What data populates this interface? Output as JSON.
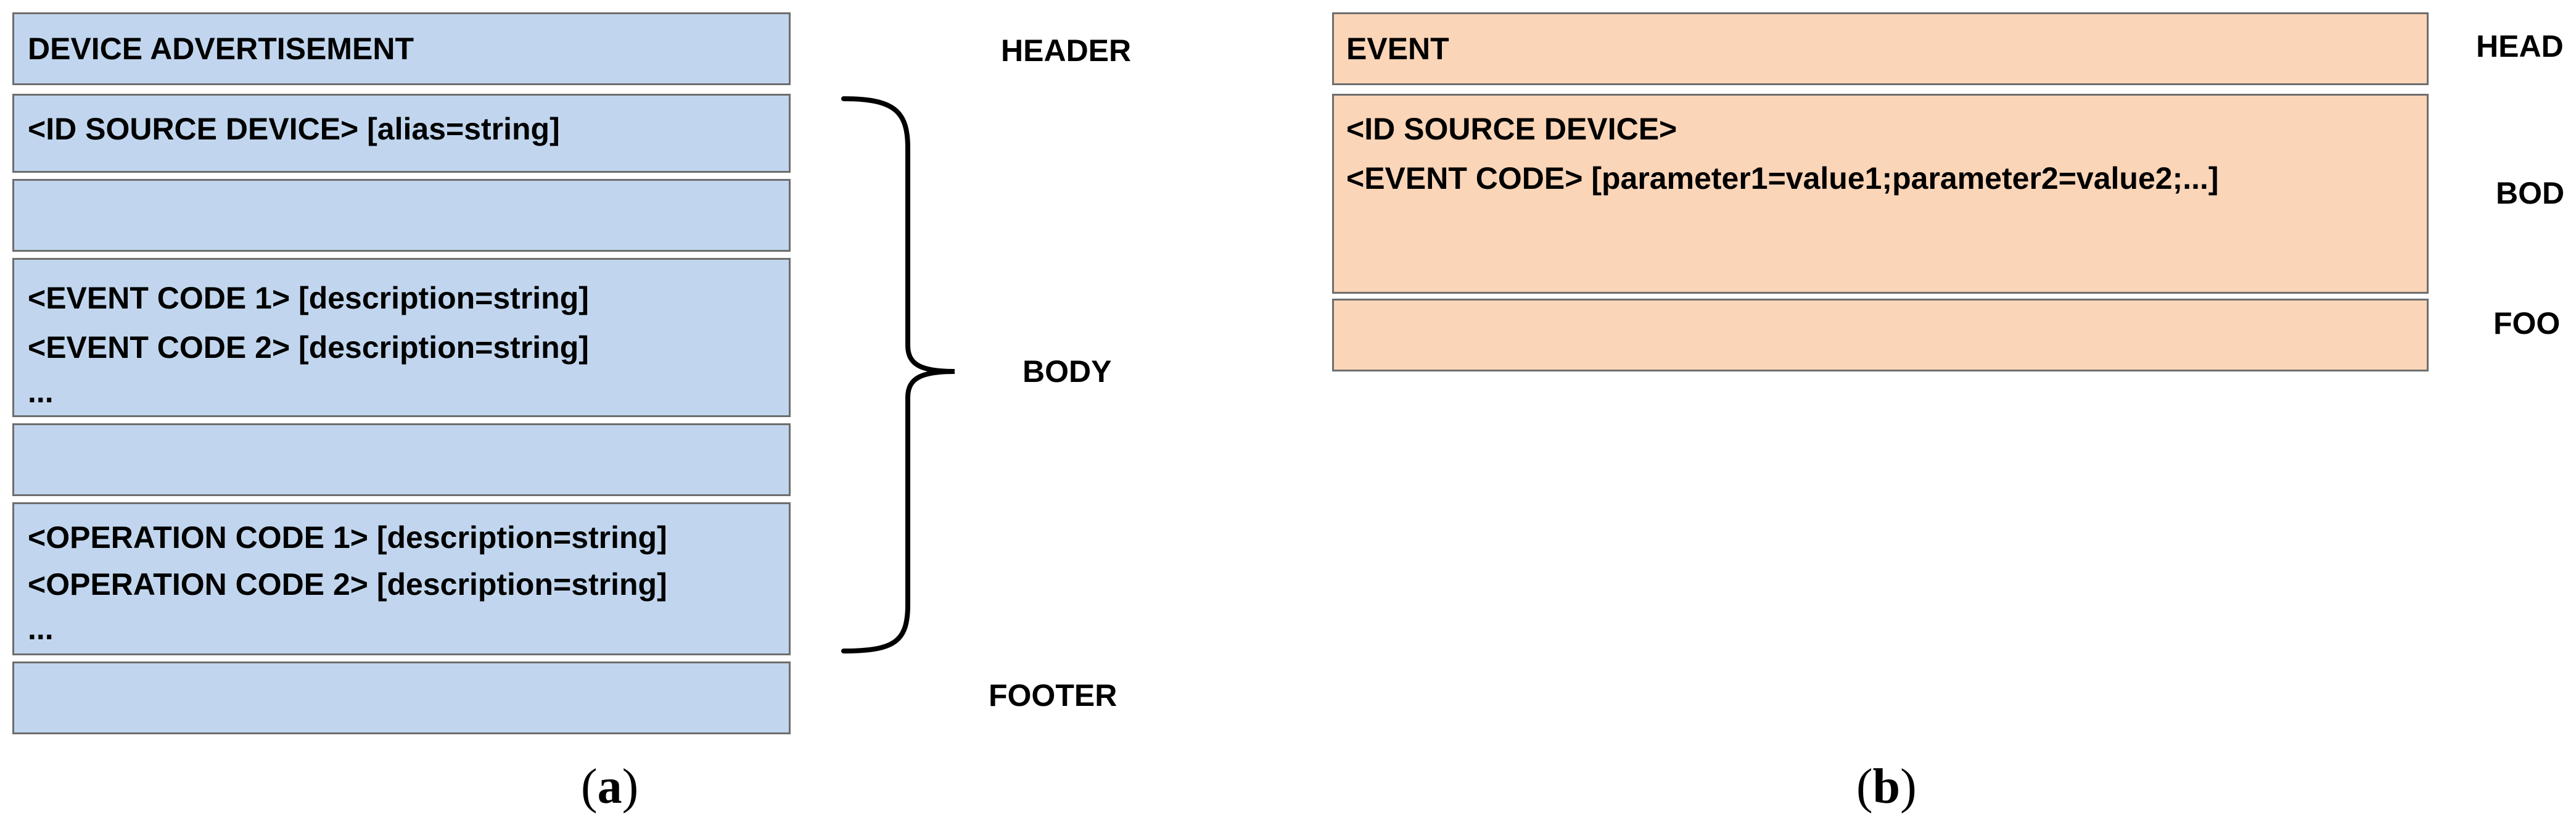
{
  "panel_a": {
    "header_text": "DEVICE ADVERTISEMENT",
    "id_line": "<ID SOURCE DEVICE> [alias=string]",
    "event_lines": [
      "<EVENT CODE 1> [description=string]",
      "<EVENT CODE 2> [description=string]",
      "..."
    ],
    "operation_lines": [
      "<OPERATION CODE 1> [description=string]",
      "<OPERATION CODE 2> [description=string]",
      "..."
    ],
    "labels": {
      "header": "HEADER",
      "body": "BODY",
      "footer": "FOOTER"
    },
    "caption": {
      "open": "(",
      "letter": "a",
      "close": ")"
    }
  },
  "panel_b": {
    "header_text": "EVENT",
    "body_lines": [
      "<ID SOURCE DEVICE>",
      "<EVENT CODE> [parameter1=value1;parameter2=value2;...]"
    ],
    "labels": {
      "header": "HEAD",
      "body": "BOD",
      "footer": "FOO"
    },
    "caption": {
      "open": "(",
      "letter": "b",
      "close": ")"
    }
  },
  "colors": {
    "panel_a_fill": "#c1d6ee",
    "panel_b_fill": "#fbd5b8",
    "border": "#6d6d6d"
  }
}
